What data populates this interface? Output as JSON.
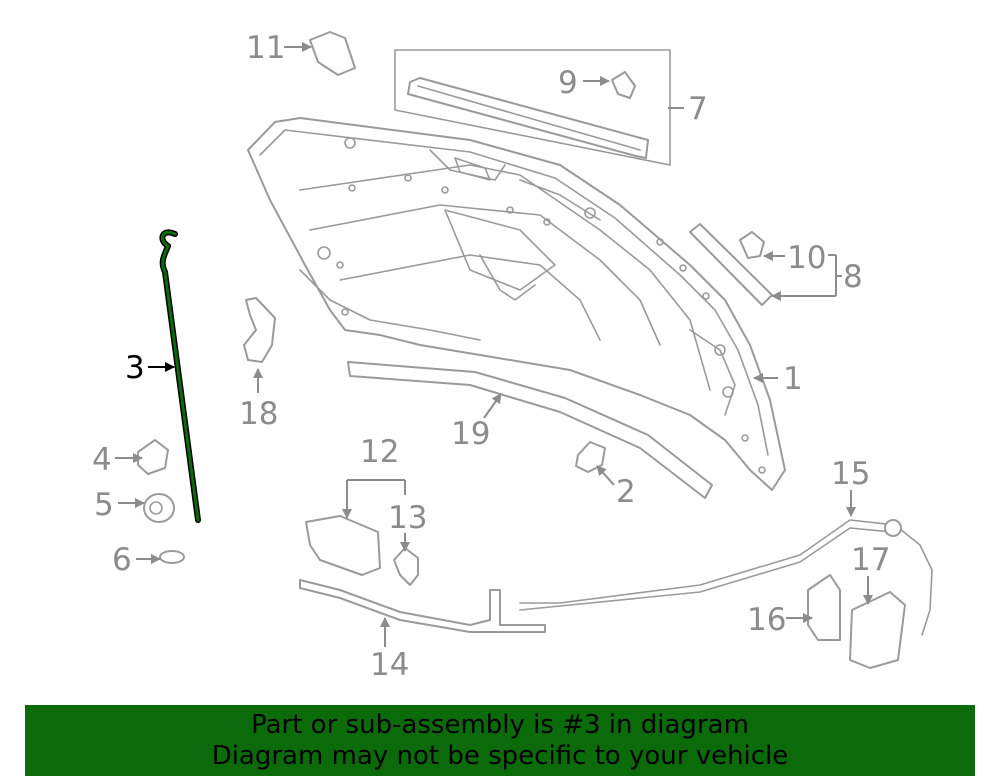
{
  "callouts": [
    "1",
    "2",
    "3",
    "4",
    "5",
    "6",
    "7",
    "8",
    "9",
    "10",
    "11",
    "12",
    "13",
    "14",
    "15",
    "16",
    "17",
    "18",
    "19"
  ],
  "highlighted_part": "3",
  "colors": {
    "highlight": "#0b6b0b",
    "line": "#9a9a9a",
    "label": "#8c8c8c"
  },
  "banner": {
    "line1": "Part or sub-assembly is #3 in diagram",
    "line2": "Diagram may not be specific to your vehicle"
  }
}
